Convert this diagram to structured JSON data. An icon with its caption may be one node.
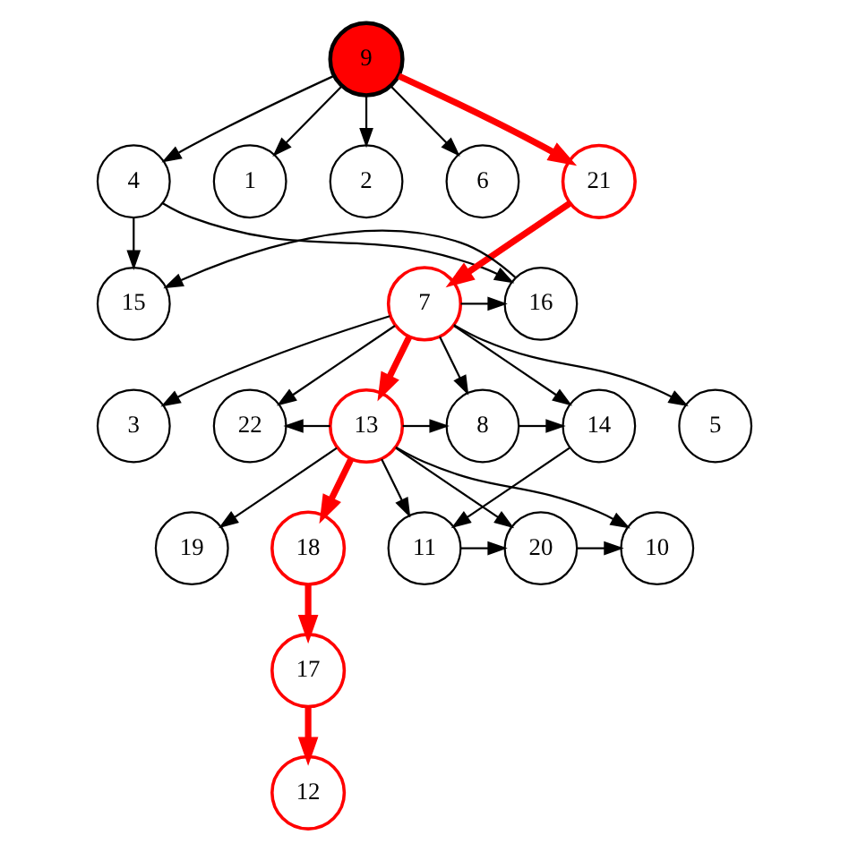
{
  "diagram": {
    "nodes": [
      {
        "text": [
          "9"
        ]
      },
      {
        "text": [
          "4"
        ]
      },
      {
        "text": [
          "1"
        ]
      },
      {
        "text": [
          "2"
        ]
      },
      {
        "text": [
          "6"
        ]
      },
      {
        "text": [
          "21"
        ]
      },
      {
        "text": [
          "15"
        ]
      },
      {
        "text": [
          "16"
        ]
      },
      {
        "text": [
          "7"
        ]
      },
      {
        "text": [
          "3"
        ]
      },
      {
        "text": [
          "22"
        ]
      },
      {
        "text": [
          "13"
        ]
      },
      {
        "text": [
          "8"
        ]
      },
      {
        "text": [
          "14"
        ]
      },
      {
        "text": [
          "5"
        ]
      },
      {
        "text": [
          "11"
        ]
      },
      {
        "text": [
          "20"
        ]
      },
      {
        "text": [
          "10"
        ]
      },
      {
        "text": [
          "19"
        ]
      },
      {
        "text": [
          "18"
        ]
      },
      {
        "text": [
          "17"
        ]
      },
      {
        "text": [
          "12"
        ]
      }
    ],
    "edges": [
      {
        "from": 0,
        "to": 1,
        "arrow": "to"
      },
      {
        "from": 0,
        "to": 2,
        "arrow": "to"
      },
      {
        "from": 0,
        "to": 3,
        "arrow": "to"
      },
      {
        "from": 0,
        "to": 4,
        "arrow": "to"
      },
      {
        "from": 0,
        "to": 5,
        "arrow": "to",
        "style": "thick",
        "color": "#ff0000"
      },
      {
        "from": 1,
        "to": 6,
        "arrow": "to"
      },
      {
        "from": 1,
        "to": 7,
        "arrow": "to"
      },
      {
        "from": 5,
        "to": 8,
        "arrow": "to",
        "style": "thick",
        "color": "#ff0000"
      },
      {
        "from": 7,
        "to": 6,
        "arrow": "to"
      },
      {
        "from": 8,
        "to": 7,
        "arrow": "to"
      },
      {
        "from": 8,
        "to": 9,
        "arrow": "to"
      },
      {
        "from": 8,
        "to": 10,
        "arrow": "to"
      },
      {
        "from": 8,
        "to": 11,
        "arrow": "to",
        "style": "thick",
        "color": "#ff0000"
      },
      {
        "from": 8,
        "to": 12,
        "arrow": "to"
      },
      {
        "from": 8,
        "to": 13,
        "arrow": "to"
      },
      {
        "from": 8,
        "to": 14,
        "arrow": "to"
      },
      {
        "from": 11,
        "to": 10,
        "arrow": "to"
      },
      {
        "from": 11,
        "to": 12,
        "arrow": "to"
      },
      {
        "from": 12,
        "to": 13,
        "arrow": "to"
      },
      {
        "from": 11,
        "to": 15,
        "arrow": "to"
      },
      {
        "from": 13,
        "to": 15,
        "arrow": "to"
      },
      {
        "from": 11,
        "to": 16,
        "arrow": "to"
      },
      {
        "from": 11,
        "to": 17,
        "arrow": "to"
      },
      {
        "from": 11,
        "to": 18,
        "arrow": "to"
      },
      {
        "from": 11,
        "to": 19,
        "arrow": "to",
        "style": "thick",
        "color": "#ff0000"
      },
      {
        "from": 15,
        "to": 16,
        "arrow": "to"
      },
      {
        "from": 16,
        "to": 17,
        "arrow": "to"
      },
      {
        "from": 19,
        "to": 20,
        "arrow": "to",
        "style": "thick",
        "color": "#ff0000"
      },
      {
        "from": 20,
        "to": 21,
        "arrow": "to",
        "style": "thick",
        "color": "#ff0000"
      }
    ]
  }
}
